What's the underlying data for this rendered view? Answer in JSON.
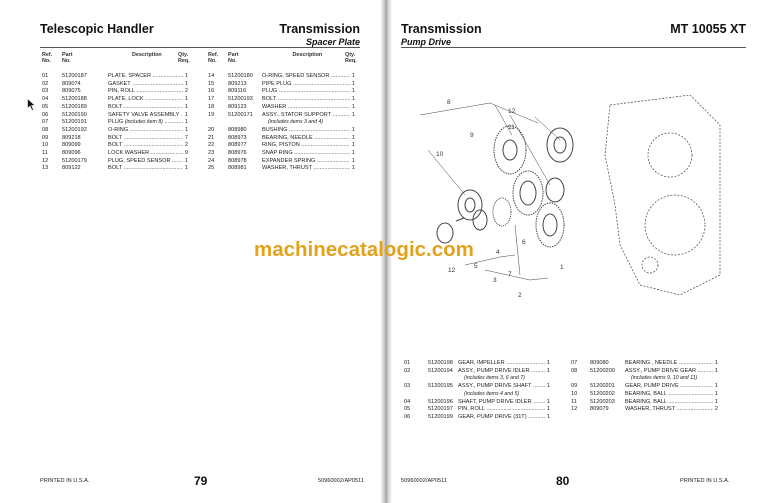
{
  "left_page": {
    "header_left": "Telescopic Handler",
    "header_right": "Transmission",
    "subtitle": "Spacer Plate",
    "col_headers": {
      "ref": "Ref.\nNo.",
      "part": "Part\nNo.",
      "desc": "Description",
      "qty": "Qty.\nReq."
    },
    "table_left": [
      {
        "ref": "01",
        "part": "51200187",
        "desc": "PLATE, SPACER",
        "qty": "1"
      },
      {
        "ref": "02",
        "part": "809074",
        "desc": "GASKET",
        "qty": "1"
      },
      {
        "ref": "03",
        "part": "809075",
        "desc": "PIN, ROLL",
        "qty": "2"
      },
      {
        "ref": "04",
        "part": "51200188",
        "desc": "PLATE, LOCK",
        "qty": "1"
      },
      {
        "ref": "05",
        "part": "51200189",
        "desc": "BOLT",
        "qty": "1"
      },
      {
        "ref": "06",
        "part": "51200190",
        "desc": "SAFETY VALVE ASSEMBLY",
        "qty": "1"
      },
      {
        "ref": "07",
        "part": "51200191",
        "desc": "PLUG",
        "note": "(includes item 8)",
        "qty": "1"
      },
      {
        "ref": "08",
        "part": "51200192",
        "desc": "O-RING",
        "qty": "1"
      },
      {
        "ref": "09",
        "part": "809218",
        "desc": "BOLT",
        "qty": "7"
      },
      {
        "ref": "10",
        "part": "809099",
        "desc": "BOLT",
        "qty": "2"
      },
      {
        "ref": "11",
        "part": "809096",
        "desc": "LOCK WASHER",
        "qty": "9"
      },
      {
        "ref": "12",
        "part": "51200179",
        "desc": "PLUG, SPEED SENSOR",
        "qty": "1"
      },
      {
        "ref": "13",
        "part": "809122",
        "desc": "BOLT",
        "qty": "1"
      }
    ],
    "table_right": [
      {
        "ref": "14",
        "part": "51200180",
        "desc": "O-RING, SPEED SENSOR",
        "qty": "1"
      },
      {
        "ref": "15",
        "part": "809213",
        "desc": "PIPE PLUG",
        "qty": "1"
      },
      {
        "ref": "16",
        "part": "809116",
        "desc": "PLUG",
        "qty": "1"
      },
      {
        "ref": "17",
        "part": "51200193",
        "desc": "BOLT",
        "qty": "1"
      },
      {
        "ref": "18",
        "part": "809123",
        "desc": "WASHER",
        "qty": "1"
      },
      {
        "ref": "19",
        "part": "51200171",
        "desc": "ASSY., STATOR SUPPORT",
        "qty": "1"
      },
      {
        "ref": "",
        "part": "",
        "desc": "",
        "note": "(includes items 3 and 4)",
        "qty": ""
      },
      {
        "ref": "20",
        "part": "808980",
        "desc": "BUSHING",
        "qty": "1"
      },
      {
        "ref": "21",
        "part": "808973",
        "desc": "BEARING, NEEDLE",
        "qty": "1"
      },
      {
        "ref": "22",
        "part": "808977",
        "desc": "RING, PISTON",
        "qty": "1"
      },
      {
        "ref": "23",
        "part": "808976",
        "desc": "SNAP RING",
        "qty": "1"
      },
      {
        "ref": "24",
        "part": "808978",
        "desc": "EXPANDER SPRING",
        "qty": "1"
      },
      {
        "ref": "25",
        "part": "808981",
        "desc": "WASHER, THRUST",
        "qty": "1"
      }
    ],
    "footer_left": "PRINTED IN U.S.A.",
    "page_number": "79",
    "footer_right": "50960002/AP0511"
  },
  "right_page": {
    "header_left": "Transmission",
    "header_right": "MT 10055 XT",
    "subtitle": "Pump Drive",
    "diagram_callouts": [
      "8",
      "9",
      "11",
      "10",
      "12",
      "12",
      "5",
      "4",
      "3",
      "7",
      "2",
      "6",
      "1"
    ],
    "table_left": [
      {
        "ref": "01",
        "part": "51200198",
        "desc": "GEAR, IMPELLER",
        "qty": "1"
      },
      {
        "ref": "02",
        "part": "51200194",
        "desc": "ASSY., PUMP DRIVE IDLER",
        "qty": "1"
      },
      {
        "ref": "",
        "part": "",
        "desc": "",
        "note": "(includes items 3, 6 and 7)",
        "qty": ""
      },
      {
        "ref": "03",
        "part": "51200195",
        "desc": "ASSY., PUMP DRIVE SHAFT",
        "qty": "1"
      },
      {
        "ref": "",
        "part": "",
        "desc": "",
        "note": "(includes items 4 and 5)",
        "qty": ""
      },
      {
        "ref": "04",
        "part": "51200196",
        "desc": "SHAFT, PUMP DRIVE IDLER",
        "qty": "1"
      },
      {
        "ref": "05",
        "part": "51200197",
        "desc": "PIN, ROLL",
        "qty": "1"
      },
      {
        "ref": "06",
        "part": "51200199",
        "desc": "GEAR, PUMP DRIVE (31T)",
        "qty": "1"
      }
    ],
    "table_right": [
      {
        "ref": "07",
        "part": "809080",
        "desc": "BEARING , NEEDLE",
        "qty": "1"
      },
      {
        "ref": "08",
        "part": "51200200",
        "desc": "ASSY., PUMP DRIVE GEAR",
        "qty": "1"
      },
      {
        "ref": "",
        "part": "",
        "desc": "",
        "note": "(includes items 9, 10 and 11)",
        "qty": ""
      },
      {
        "ref": "09",
        "part": "51200201",
        "desc": "GEAR, PUMP DRIVE",
        "qty": "1"
      },
      {
        "ref": "10",
        "part": "51200202",
        "desc": "BEARING, BALL",
        "qty": "1"
      },
      {
        "ref": "11",
        "part": "51200203",
        "desc": "BEARING, BALL",
        "qty": "1"
      },
      {
        "ref": "12",
        "part": "809079",
        "desc": "WASHER, THRUST",
        "qty": "2"
      }
    ],
    "footer_left": "50960002/AP0511",
    "page_number": "80",
    "footer_right": "PRINTED IN U.S.A."
  },
  "watermark": "machinecatalogic.com"
}
